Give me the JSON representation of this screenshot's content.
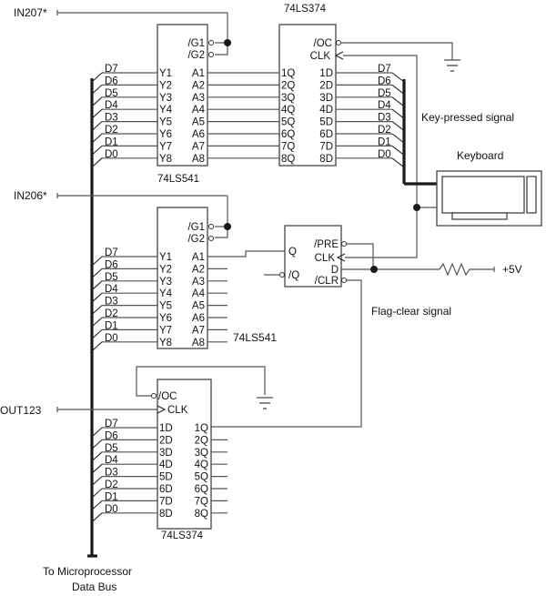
{
  "signals": {
    "in207": "IN207*",
    "in206": "IN206*",
    "out123": "OUT123"
  },
  "chips": {
    "top_buffer": {
      "part": "74LS541",
      "enable_pins": [
        "/G1",
        "/G2"
      ],
      "left_pins": [
        "Y1",
        "Y2",
        "Y3",
        "Y4",
        "Y5",
        "Y6",
        "Y7",
        "Y8"
      ],
      "right_pins": [
        "A1",
        "A2",
        "A3",
        "A4",
        "A5",
        "A6",
        "A7",
        "A8"
      ]
    },
    "top_latch": {
      "part": "74LS374",
      "control_pins": [
        "/OC",
        "CLK"
      ],
      "left_pins": [
        "1Q",
        "2Q",
        "3Q",
        "4Q",
        "5Q",
        "6Q",
        "7Q",
        "8Q"
      ],
      "right_pins": [
        "1D",
        "2D",
        "3D",
        "4D",
        "5D",
        "6D",
        "7D",
        "8D"
      ]
    },
    "mid_buffer": {
      "part": "74LS541",
      "enable_pins": [
        "/G1",
        "/G2"
      ],
      "left_pins": [
        "Y1",
        "Y2",
        "Y3",
        "Y4",
        "Y5",
        "Y6",
        "Y7",
        "Y8"
      ],
      "right_pins": [
        "A1",
        "A2",
        "A3",
        "A4",
        "A5",
        "A6",
        "A7",
        "A8"
      ]
    },
    "flip_flop": {
      "left_pins": [
        "Q",
        "/Q"
      ],
      "right_pins": [
        "/PRE",
        "CLK",
        "D",
        "/CLR"
      ]
    },
    "bottom_latch": {
      "part": "74LS374",
      "control_pins": [
        "/OC",
        "CLK"
      ],
      "left_pins": [
        "1D",
        "2D",
        "3D",
        "4D",
        "5D",
        "6D",
        "7D",
        "8D"
      ],
      "right_pins": [
        "1Q",
        "2Q",
        "3Q",
        "4Q",
        "5Q",
        "6Q",
        "7Q",
        "8Q"
      ]
    }
  },
  "bus_labels": [
    "D7",
    "D6",
    "D5",
    "D4",
    "D3",
    "D2",
    "D1",
    "D0"
  ],
  "labels": {
    "key_pressed": "Key-pressed signal",
    "keyboard": "Keyboard",
    "flag_clear": "Flag-clear signal",
    "supply": "+5V",
    "bus_caption_line1": "To Microprocessor",
    "bus_caption_line2": "Data Bus"
  }
}
